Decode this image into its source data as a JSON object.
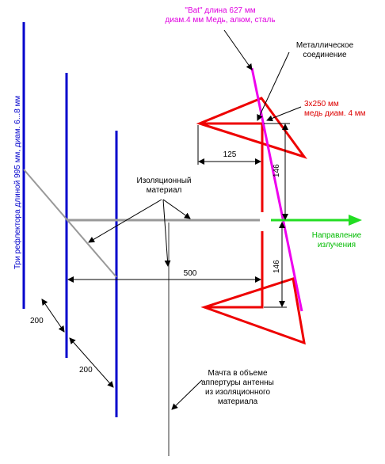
{
  "bat_label": {
    "line1": "\"Bat\" длина 627 мм",
    "line2": "диам.4 мм Медь, алюм, сталь",
    "color": "#e000e0"
  },
  "metal_joint": {
    "line1": "Металлическое",
    "line2": "соединение"
  },
  "triangle_label": {
    "line1": "3x250 мм",
    "line2": "медь диам. 4 мм",
    "color": "#dd0000"
  },
  "reflector_label": "Три рефлектора длиной 995 мм, диам. 6...8 мм",
  "insulation_label": {
    "line1": "Изоляционный",
    "line2": "материал"
  },
  "direction_label": {
    "line1": "Направление",
    "line2": "излучения",
    "color": "#00cc00"
  },
  "mast_label": {
    "line1": "Мачта в объеме",
    "line2": "аппертуры антенны",
    "line3": "из изоляционного",
    "line4": "материала"
  },
  "dimensions": {
    "d125": "125",
    "d146_top": "146",
    "d146_bottom": "146",
    "d500": "500",
    "d200_left": "200",
    "d200_right": "200"
  },
  "colors": {
    "reflector": "#0000cc",
    "element": "#ee0000",
    "bat": "#ee00ee",
    "boom": "#999999",
    "arrow": "#22dd22"
  }
}
